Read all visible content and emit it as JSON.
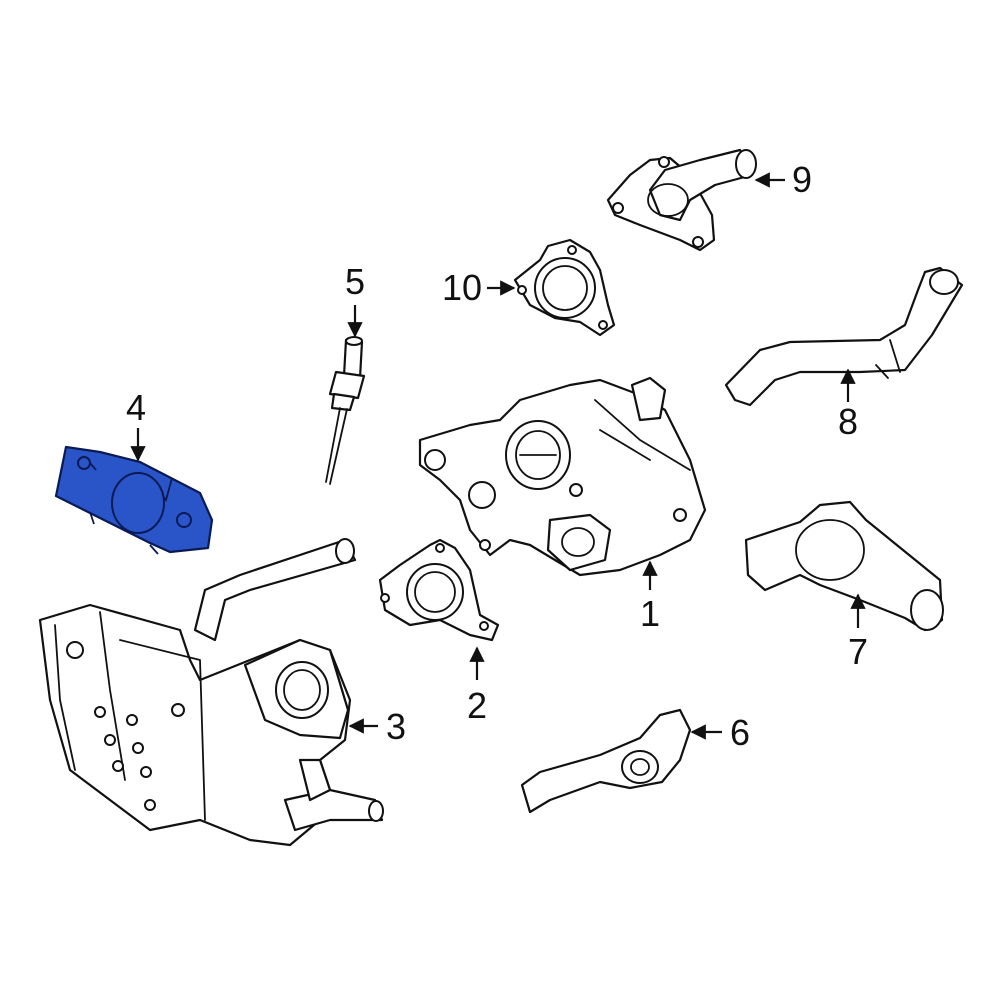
{
  "diagram": {
    "highlight_color": "#2a55c9",
    "callouts": [
      {
        "id": "1",
        "label": "1"
      },
      {
        "id": "2",
        "label": "2"
      },
      {
        "id": "3",
        "label": "3"
      },
      {
        "id": "4",
        "label": "4"
      },
      {
        "id": "5",
        "label": "5"
      },
      {
        "id": "6",
        "label": "6"
      },
      {
        "id": "7",
        "label": "7"
      },
      {
        "id": "8",
        "label": "8"
      },
      {
        "id": "9",
        "label": "9"
      },
      {
        "id": "10",
        "label": "10"
      }
    ],
    "highlighted_part": "4"
  }
}
